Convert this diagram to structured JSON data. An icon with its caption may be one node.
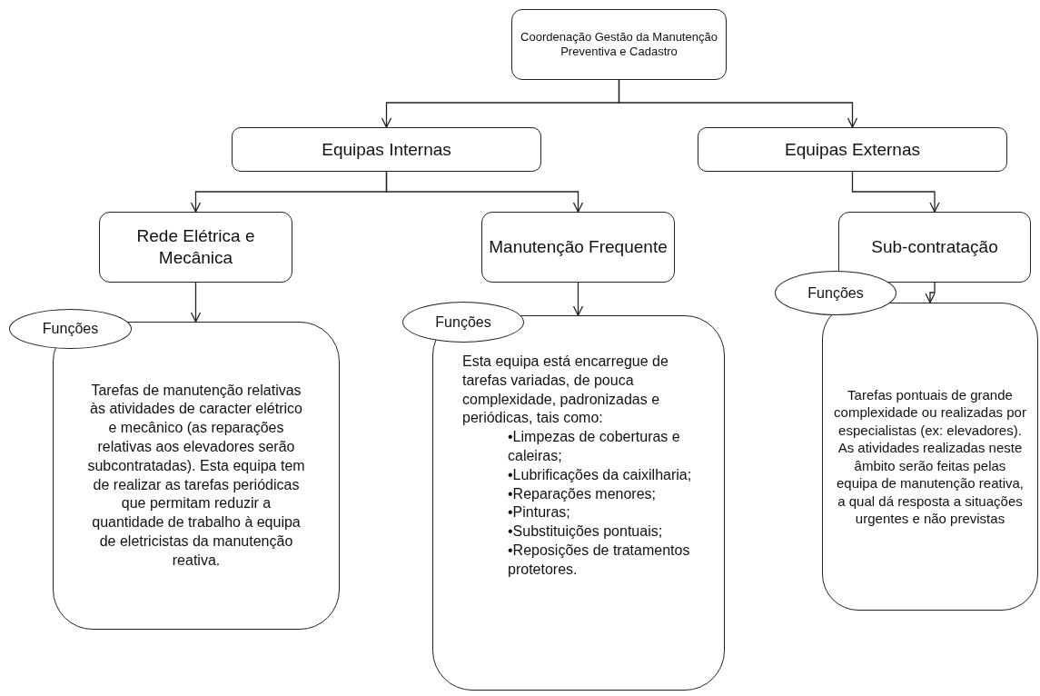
{
  "diagram": {
    "nodes": [
      {
        "text": [
          "Coordenação Gestão da Manutenção Preventiva e Cadastro"
        ]
      },
      {
        "text": [
          "Equipas Internas"
        ]
      },
      {
        "text": [
          "Equipas Externas"
        ]
      },
      {
        "text": [
          "Rede Elétrica e Mecânica"
        ]
      },
      {
        "text": [
          "Manutenção Frequente"
        ]
      },
      {
        "text": [
          "Sub-contratação"
        ]
      },
      {
        "text": [
          "Funções"
        ]
      },
      {
        "text": [
          "Tarefas de manutenção relativas às atividades de caracter elétrico e mecânico (as reparações relativas aos elevadores serão subcontratadas). Esta equipa tem de realizar as tarefas periódicas que permitam reduzir a quantidade de trabalho à equipa de eletricistas da manutenção reativa."
        ]
      },
      {
        "text": [
          "Funções"
        ]
      },
      {
        "text": [
          "Esta equipa está encarregue de tarefas variadas, de pouca complexidade, padronizadas e periódicas, tais como:",
          "•Limpezas de coberturas e caleiras;",
          "•Lubrificações da caixilharia;",
          "•Reparações menores;",
          "•Pinturas;",
          "•Substituições pontuais;",
          "•Reposições de tratamentos protetores."
        ]
      },
      {
        "text": [
          "Funções"
        ]
      },
      {
        "text": [
          "Tarefas pontuais de grande complexidade ou realizadas por especialistas (ex: elevadores).",
          "As atividades realizadas neste âmbito serão feitas pelas equipa de manutenção reativa, a qual dá resposta a situações urgentes e não previstas"
        ]
      }
    ],
    "edges": [
      {
        "from": 0,
        "to": 1,
        "arrow": "to"
      },
      {
        "from": 0,
        "to": 2,
        "arrow": "to"
      },
      {
        "from": 1,
        "to": 3,
        "arrow": "to"
      },
      {
        "from": 1,
        "to": 4,
        "arrow": "to"
      },
      {
        "from": 2,
        "to": 5,
        "arrow": "to"
      },
      {
        "from": 3,
        "to": 7,
        "arrow": "to"
      },
      {
        "from": 4,
        "to": 9,
        "arrow": "to"
      },
      {
        "from": 5,
        "to": 11,
        "arrow": "to"
      }
    ]
  }
}
